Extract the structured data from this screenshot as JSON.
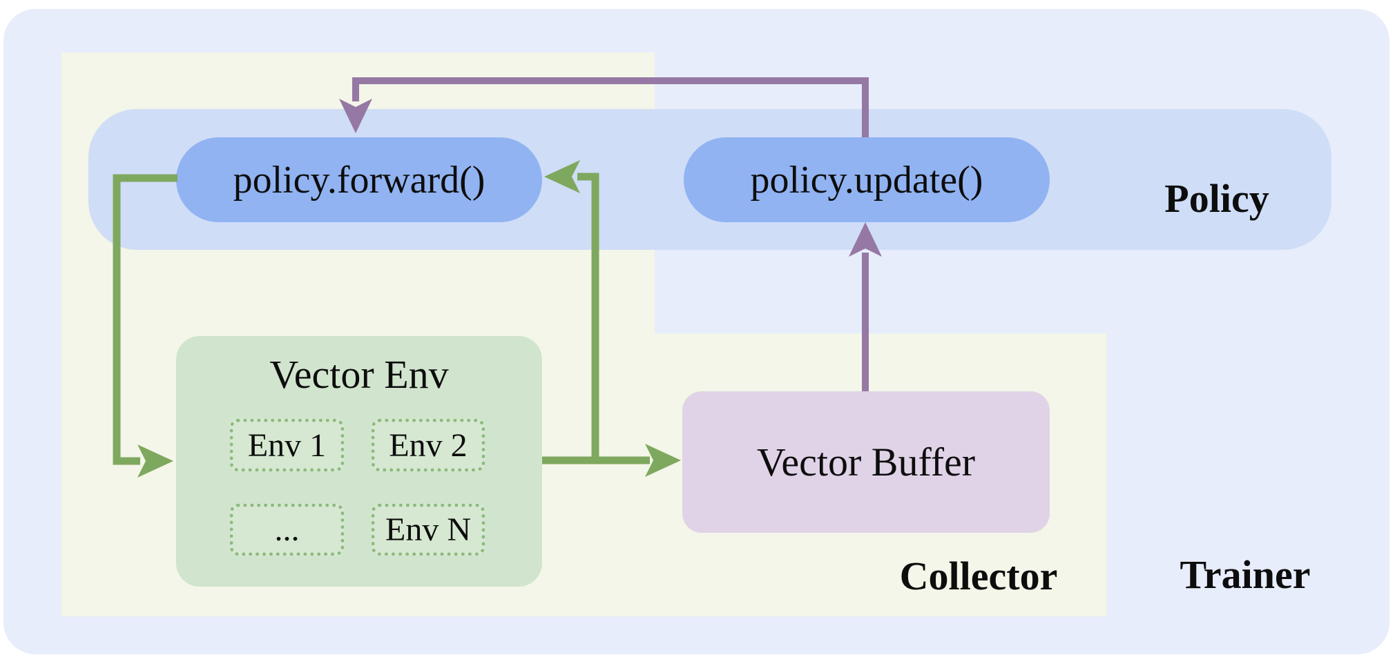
{
  "diagram": {
    "policy_module": {
      "label": "Policy",
      "forward_node": "policy.forward()",
      "update_node": "policy.update()"
    },
    "collector_module": {
      "label": "Collector",
      "vector_env": {
        "title": "Vector Env",
        "envs": [
          "Env 1",
          "Env 2",
          "...",
          "Env N"
        ]
      },
      "vector_buffer": "Vector Buffer"
    },
    "trainer_module": {
      "label": "Trainer"
    },
    "colors": {
      "trainer_bg": "#e7edfb",
      "collector_bg": "#f3f6e8",
      "band_bg": "#cfddf7",
      "pill_bg": "#91b3f1",
      "env_bg": "#d1e4cd",
      "env_item_bg": "#d6e8d1",
      "env_border": "#8dba7e",
      "buffer_bg": "#e0d3e7",
      "arrow_green": "#7fa85f",
      "arrow_purple": "#9678a4",
      "text_color": "#0d0d0d"
    }
  }
}
